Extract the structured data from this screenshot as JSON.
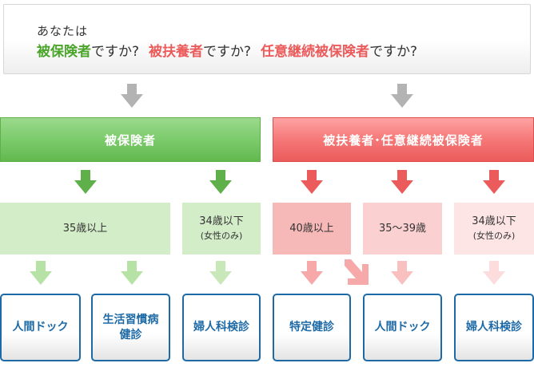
{
  "question": {
    "prefix": "あなたは",
    "insured": "被保険者",
    "insured_suffix": "ですか?",
    "dependent": "被扶養者",
    "dependent_suffix": "ですか?",
    "voluntary": "任意継続被保険者",
    "voluntary_suffix": "ですか?"
  },
  "headers": {
    "insured": "被保険者",
    "dependent": "被扶養者･任意継続被保険者"
  },
  "age_groups": {
    "insured_35plus": "35歳以上",
    "insured_34under": "34歳以下",
    "insured_34under_note": "(女性のみ)",
    "dependent_40plus": "40歳以上",
    "dependent_35to39": "35〜39歳",
    "dependent_34under": "34歳以下",
    "dependent_34under_note": "(女性のみ)"
  },
  "results": {
    "dock_insured": "人間ドック",
    "lifestyle_line1": "生活習慣病",
    "lifestyle_line2": "健診",
    "gyn_insured": "婦人科検診",
    "specific": "特定健診",
    "dock_dependent": "人間ドック",
    "gyn_dependent": "婦人科検診"
  },
  "colors": {
    "insured_green": "#4aa52a",
    "dependent_pink": "#ec5b5b",
    "result_blue": "#1e6aa6",
    "arrow_gray": "#b3b3b3"
  }
}
